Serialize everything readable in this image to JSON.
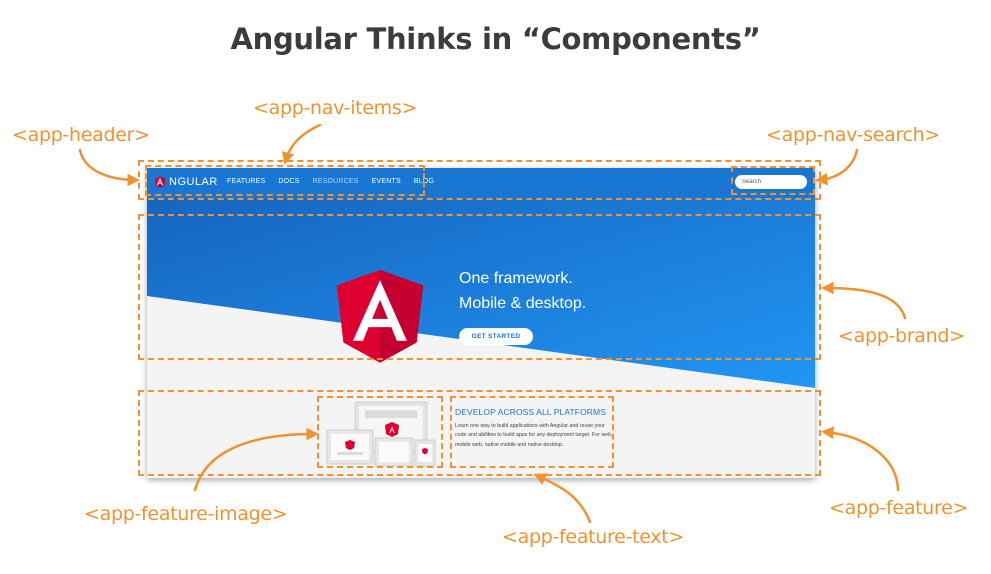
{
  "title": "Angular Thinks in “Components”",
  "site": {
    "logo_text": "NGULAR",
    "nav_items": [
      "FEATURES",
      "DOCS",
      "RESOURCES",
      "EVENTS",
      "BLOG"
    ],
    "search_placeholder": "Search",
    "hero_line1": "One framework.",
    "hero_line2": "Mobile & desktop.",
    "cta_label": "GET STARTED",
    "feature_heading": "DEVELOP ACROSS ALL PLATFORMS",
    "feature_body": "Learn one way to build applications with Angular and reuse your code and abilities to build apps for any deployment target. For web, mobile web, native mobile and native desktop."
  },
  "labels": {
    "app_header": "<app-header>",
    "app_nav_items": "<app-nav-items>",
    "app_nav_search": "<app-nav-search>",
    "app_brand": "<app-brand>",
    "app_feature_image": "<app-feature-image>",
    "app_feature_text": "<app-feature-text>",
    "app_feature": "<app-feature>"
  },
  "colors": {
    "accent_orange": "#f0922f",
    "angular_blue": "#1976d2",
    "angular_red": "#dd0031",
    "angular_red_dark": "#c3002f",
    "title_gray": "#3c3c3c"
  }
}
